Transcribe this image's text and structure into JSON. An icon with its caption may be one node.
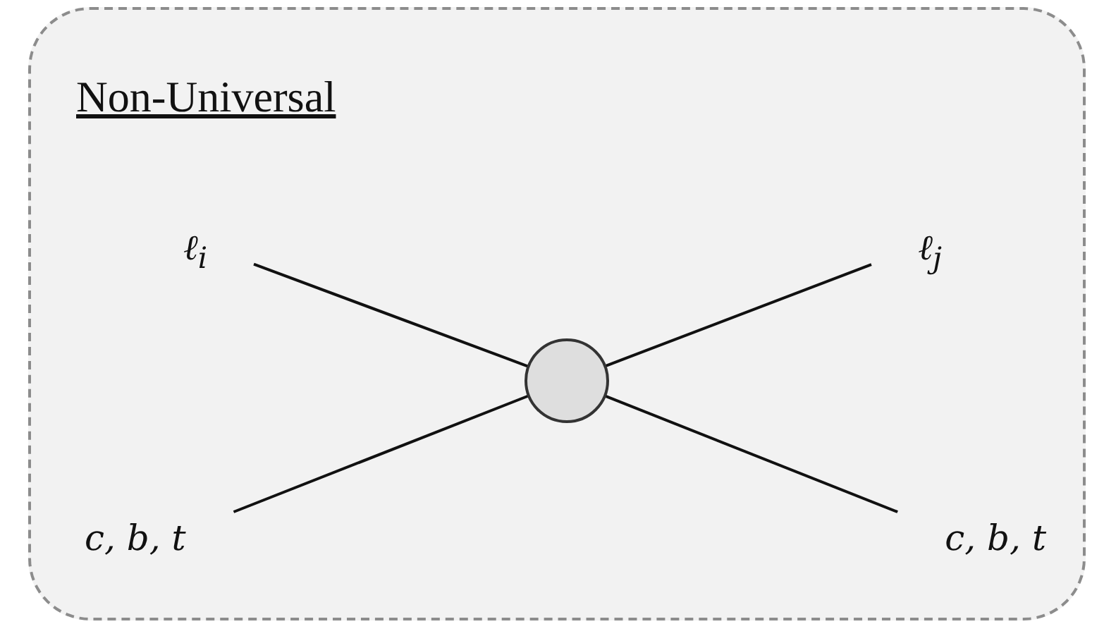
{
  "diagram": {
    "nodes": [
      {
        "text": [
          "Non-Universal"
        ]
      },
      {
        "text": [
          "ℓ$_{i}$"
        ],
        "in": 0
      },
      {
        "text": [
          "ℓ$_{j}$"
        ],
        "in": 0
      },
      {
        "text": [],
        "shape": "circle",
        "in": 0
      },
      {
        "text": [
          "c, b, t"
        ],
        "in": 0
      },
      {
        "text": [
          "c, b, t"
        ],
        "in": 0
      }
    ],
    "edges": [
      {
        "from": 1,
        "to": 3,
        "arrow": "none"
      },
      {
        "from": 3,
        "to": 2,
        "arrow": "none"
      },
      {
        "from": 4,
        "to": 3,
        "arrow": "none"
      },
      {
        "from": 3,
        "to": 5,
        "arrow": "none"
      }
    ]
  }
}
